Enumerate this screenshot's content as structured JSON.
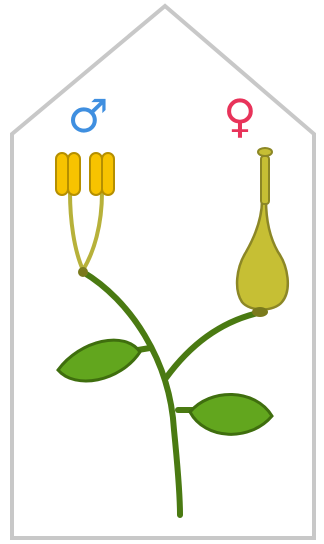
{
  "symbols": {
    "male": "♂",
    "female": "♀"
  },
  "colors": {
    "outline": "#c8c8c8",
    "male_symbol": "#3f8fe0",
    "female_symbol": "#e8335a",
    "stem": "#4a7a12",
    "leaf_fill": "#62a61e",
    "leaf_stroke": "#3f6e0e",
    "anther_fill": "#f7c300",
    "anther_stroke": "#b58f00",
    "filament": "#b7b13a",
    "pistil_fill": "#c6bf34",
    "pistil_stroke": "#8c8726"
  },
  "icons": [
    "house-outline",
    "male-symbol",
    "female-symbol",
    "stamen",
    "pistil",
    "leaf",
    "stem"
  ]
}
